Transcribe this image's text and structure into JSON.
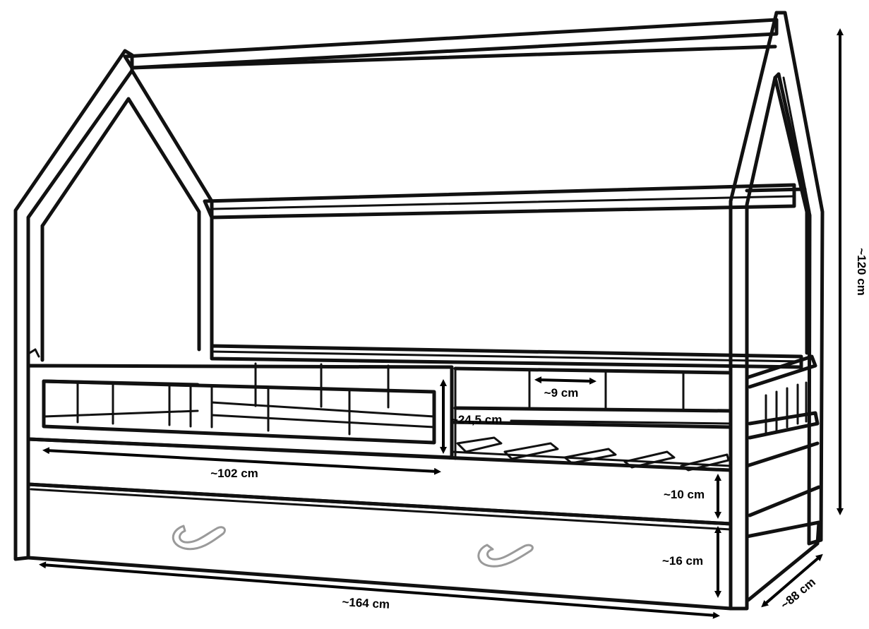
{
  "dimensions": {
    "height_total": "~120 cm",
    "length_total": "~164 cm",
    "width_total": "~88 cm",
    "rail_length": "~102 cm",
    "rail_height": "~24,5 cm",
    "slat_gap": "~9 cm",
    "frame_height": "~10 cm",
    "drawer_height": "~16 cm"
  },
  "colors": {
    "line": "#111111",
    "background": "#ffffff",
    "handle": "#9a9a9a"
  },
  "icons": [
    "arrow-icon",
    "drawer-handle-icon"
  ]
}
